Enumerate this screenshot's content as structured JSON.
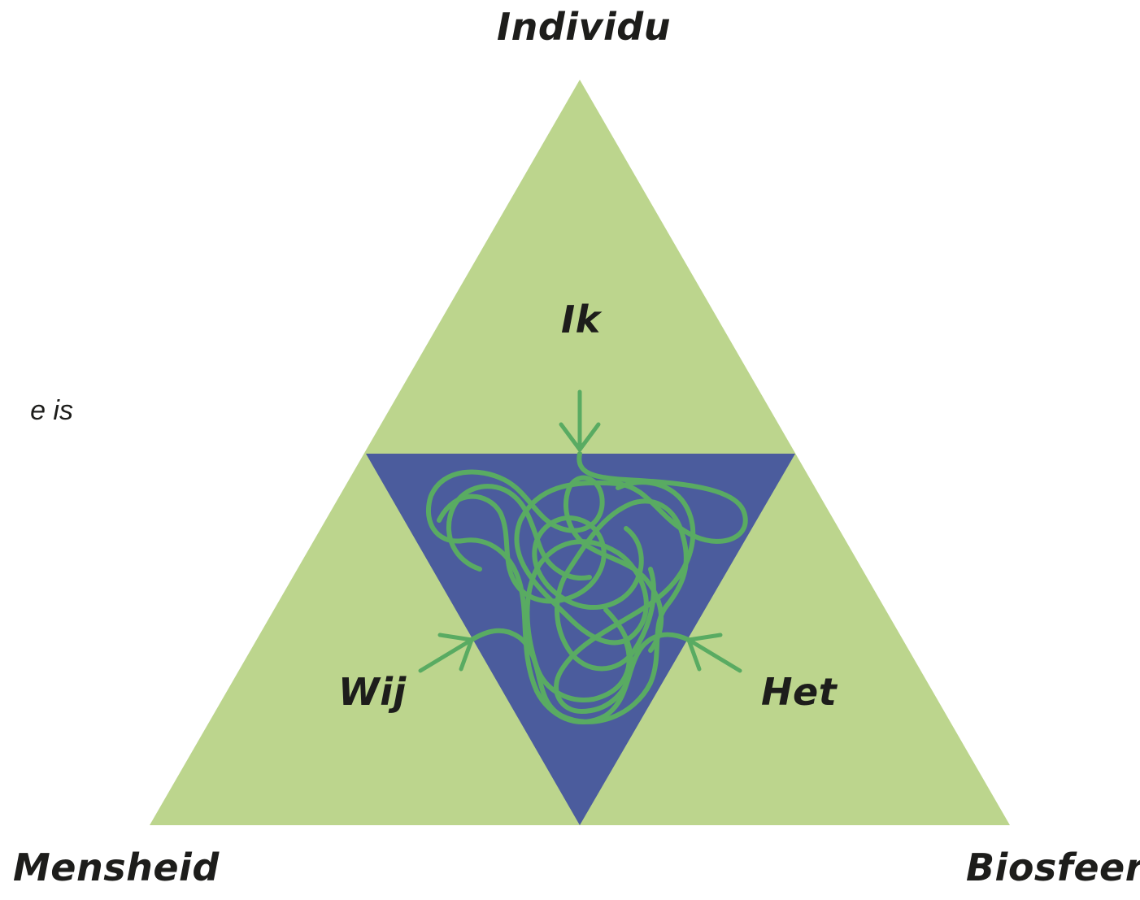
{
  "diagram": {
    "labels": {
      "top": "Individu",
      "left": "Mensheid",
      "right": "Biosfeer",
      "inner_top": "Ik",
      "inner_left": "Wij",
      "inner_right": "Het"
    },
    "side_text_fragment": "e is",
    "colors": {
      "outer_triangle": "#bcd58d",
      "inner_triangle": "#4b5c9d",
      "tangle_line": "#59ab62",
      "text": "#1d1d1b"
    }
  }
}
